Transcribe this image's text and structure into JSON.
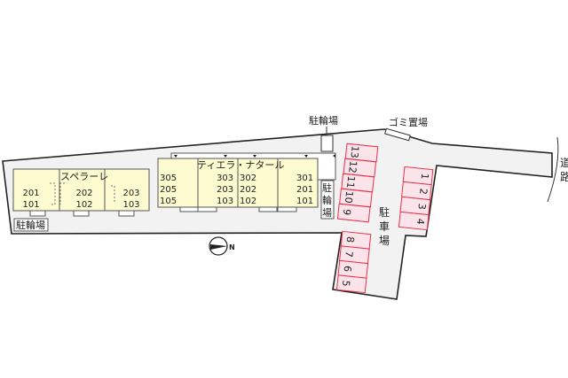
{
  "labels": {
    "bicycle_parking_top": "駐輪場",
    "garbage": "ゴミ置場",
    "road": [
      "道",
      "路"
    ],
    "bicycle_parking_left": "駐輪場",
    "bicycle_parking_right": [
      "駐",
      "輪",
      "場"
    ],
    "car_parking": [
      "駐",
      "車",
      "場"
    ],
    "north": "N"
  },
  "buildings": [
    {
      "name": "スペラーレ",
      "units": [
        [
          "201",
          "101"
        ],
        [
          "202",
          "102"
        ],
        [
          "203",
          "103"
        ]
      ]
    },
    {
      "name": "ティエラ・ナタール",
      "units": [
        [
          "305",
          "205",
          "105"
        ],
        [
          "303",
          "203",
          "103"
        ],
        [
          "302",
          "202",
          "102"
        ],
        [
          "301",
          "201",
          "101"
        ]
      ]
    }
  ],
  "parking_spaces": {
    "column_a": [
      "13",
      "12",
      "11",
      "10",
      "9"
    ],
    "column_b": [
      "1",
      "2",
      "3",
      "4"
    ],
    "column_c": [
      "8",
      "7",
      "6",
      "5"
    ]
  },
  "colors": {
    "building_fill": "#fdfbd0",
    "parking_stroke": "#e8304a",
    "parking_fill": "#fbe3ea",
    "lot_fill": "#f2f2f2"
  }
}
